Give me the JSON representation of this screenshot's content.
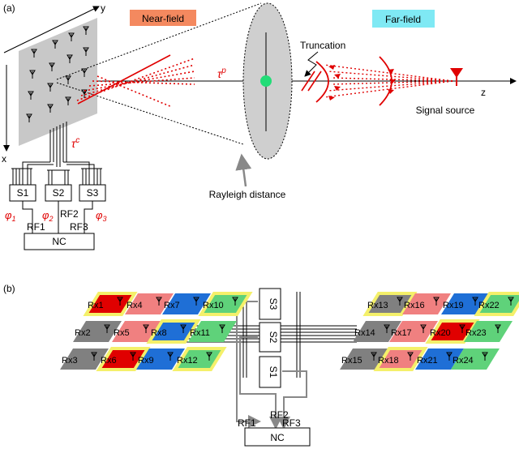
{
  "panel_a": {
    "label": "(a)",
    "axis_y": "y",
    "axis_x": "x",
    "axis_z": "z",
    "near_field": "Near-field",
    "far_field": "Far-field",
    "truncation": "Truncation",
    "tau_p": "τ",
    "tau_p_sup": "p",
    "tau_c": "τ",
    "tau_c_sup": "c",
    "signal_source": "Signal source",
    "rayleigh": "Rayleigh distance",
    "s_boxes": [
      "S1",
      "S2",
      "S3"
    ],
    "phi": [
      {
        "sym": "φ",
        "sub": "1"
      },
      {
        "sym": "φ",
        "sub": "2"
      },
      {
        "sym": "φ",
        "sub": "3"
      }
    ],
    "rf_labels": [
      "RF1",
      "RF2",
      "RF3"
    ],
    "nc": "NC"
  },
  "panel_b": {
    "label": "(b)",
    "s_boxes": [
      "S3",
      "S2",
      "S1"
    ],
    "rf_labels": [
      "RF1",
      "RF2",
      "RF3"
    ],
    "nc": "NC",
    "rx_left": [
      "Rx1",
      "Rx2",
      "Rx3",
      "Rx4",
      "Rx5",
      "Rx6",
      "Rx7",
      "Rx8",
      "Rx9",
      "Rx10",
      "Rx11",
      "Rx12"
    ],
    "rx_right": [
      "Rx13",
      "Rx14",
      "Rx15",
      "Rx16",
      "Rx17",
      "Rx18",
      "Rx19",
      "Rx20",
      "Rx21",
      "Rx22",
      "Rx23",
      "Rx24"
    ]
  },
  "colors": {
    "gray": "#808080",
    "pink": "#f08080",
    "blue": "#1f6fd6",
    "green": "#5fd27a",
    "red": "#e00000",
    "yellow": "#f4f06a",
    "near_field_bg": "#f4895f",
    "far_field_bg": "#7fe9f4",
    "focus": "#22dd77",
    "array": "#c8c8c8"
  },
  "icons": [
    "antenna-icon",
    "source-antenna-icon"
  ]
}
